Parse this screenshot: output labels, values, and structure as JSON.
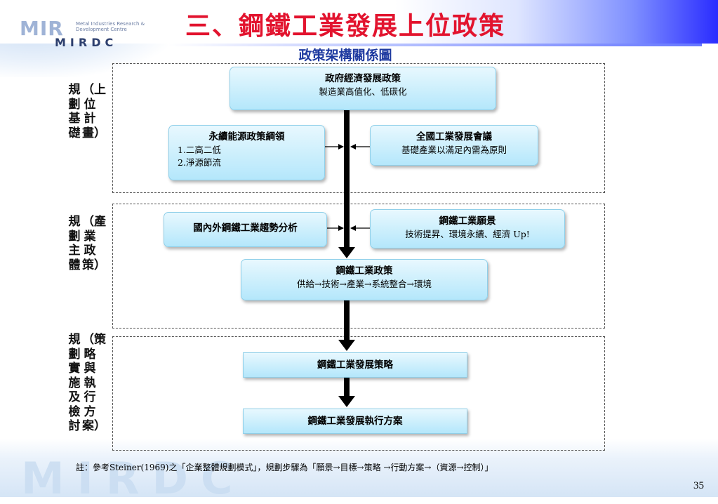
{
  "slide": {
    "title": "三、鋼鐵工業發展上位政策",
    "subtitle": "政策架構關係圖",
    "logo": {
      "mark": "MIR",
      "sub": "MIRDC",
      "tagline": "Metal Industries Research & Development Centre"
    },
    "watermark": "MIRDC",
    "note": "註：參考Steiner(1969)之「企業整體規劃模式」，規劃步驟為「願景→目標→策略 →行動方案→（資源→控制）」",
    "page_number": "35"
  },
  "sections": [
    {
      "id": "upper",
      "label_lines": [
        "規劃基礎",
        "（上位計畫）"
      ]
    },
    {
      "id": "industry",
      "label_lines": [
        "規劃主體",
        "（產業政策）"
      ]
    },
    {
      "id": "strategy",
      "label_lines": [
        "規劃實施及檢討",
        "（策略與執行方案）"
      ]
    }
  ],
  "nodes": {
    "gov_policy": {
      "title": "政府經濟發展政策",
      "desc": "製造業高值化、低碳化"
    },
    "sustainable": {
      "title": "永續能源政策綱領",
      "items": [
        "1.二高二低",
        "2.淨源節流"
      ]
    },
    "national_conf": {
      "title": "全國工業發展會議",
      "desc": "基礎產業以滿足內需為原則"
    },
    "trend_analysis": {
      "title": "國內外鋼鐵工業趨勢分析"
    },
    "vision": {
      "title": "鋼鐵工業願景",
      "desc": "技術提昇、環境永續、經濟  Up!"
    },
    "steel_policy": {
      "title": "鋼鐵工業政策",
      "desc": "供給→技術→產業→系統整合→環境"
    },
    "dev_strategy": {
      "title": "鋼鐵工業發展策略"
    },
    "action_plan": {
      "title": "鋼鐵工業發展執行方案"
    }
  },
  "colors": {
    "title": "#e2132e",
    "subtitle": "#1e3aa0",
    "node_fill_top": "#e8f8fe",
    "node_fill_bottom": "#b4e7fb"
  }
}
